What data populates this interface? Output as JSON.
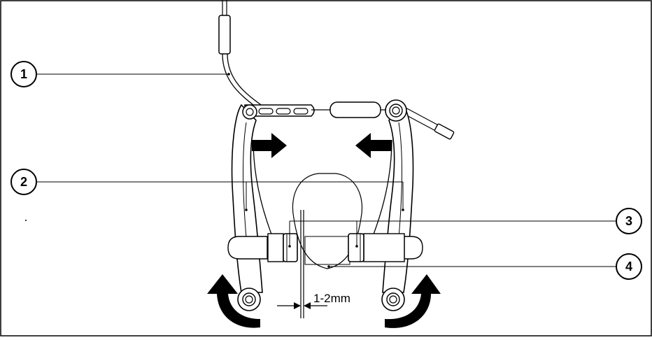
{
  "figure": {
    "callouts": [
      {
        "id": "1",
        "label": "1"
      },
      {
        "id": "2",
        "label": "2"
      },
      {
        "id": "3",
        "label": "3"
      },
      {
        "id": "4",
        "label": "4"
      }
    ],
    "dimension_label": "1-2mm"
  },
  "colors": {
    "line": "#000000",
    "background": "#ffffff"
  }
}
